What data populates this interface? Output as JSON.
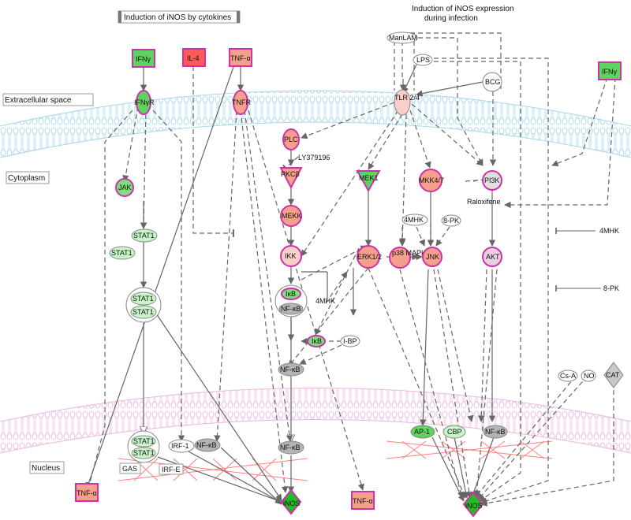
{
  "titles": {
    "cytokines": "Induction of iNOS by cytokines",
    "infection_line1": "Induction of iNOS expression",
    "infection_line2": "during infection"
  },
  "compartments": {
    "extracellular": "Extracellular space",
    "cytoplasm": "Cytoplasm",
    "nucleus": "Nucleus"
  },
  "colors": {
    "membrane": "#a8d8ea",
    "nuclear_membrane": "#e8b8e0",
    "green": "#5fd35f",
    "light_green": "#c8f5c8",
    "red": "#ff5a5a",
    "salmon": "#f4a08c",
    "pink_border": "#cc33aa",
    "gray": "#b4b4b4",
    "edge": "#666666"
  },
  "nodes": {
    "ifng_left": "IFNγ",
    "il4": "IL-4",
    "tnfa_top": "TNF-α",
    "ifngr": "IFNγR",
    "tnfr": "TNFR",
    "jak": "JAK",
    "stat1_a": "STAT1",
    "stat1_b": "STAT1",
    "stat1_dimer_top": "STAT1",
    "stat1_dimer_bottom": "STAT1",
    "stat1_nuc_top": "STAT1",
    "stat1_nuc_bottom": "STAT1",
    "gas": "GAS",
    "irf1": "IRF-1",
    "irfe": "IRF-E",
    "nfkb_nuc_left": "NF-κB",
    "tnfa_bottom_left": "TNF-α",
    "inos_left": "iNOS",
    "plc": "PLC",
    "ly": "LY379196",
    "pkcb": "PKCβ",
    "mekk": "MEKK",
    "ikk": "IKK",
    "ikb_top": "IκB",
    "nfkb_top": "NF-κB",
    "ikb_mid": "IκB",
    "ibp": "I-BP",
    "mhk_mid": "4MHK",
    "nfkb_mid": "NF-κB",
    "nfkb_nuc_mid": "NF-κB",
    "manlam": "ManLAM",
    "lps": "LPS",
    "bcg": "BCG",
    "tlr": "TLR 2/4",
    "mek1": "MEK1",
    "mkk47": "MKK4/7",
    "pi3k": "PI3K",
    "raloxifene": "Raloxifene",
    "mhk_right": "4MHK",
    "pk8": "8-PK",
    "erk": "ERK1/2",
    "p38": "p38 MAPK",
    "jnk": "JNK",
    "akt": "AKT",
    "ifng_right": "IFNγ",
    "mhk_far": "4MHK",
    "pk8_far": "8-PK",
    "csa": "Cs-A",
    "no": "NO",
    "cat": "CAT",
    "ap1": "AP-1",
    "cbp": "CBP",
    "nfkb_nuc_right": "NF-κB",
    "tnfa_bottom_mid": "TNF-α",
    "inos_right": "iNOS"
  }
}
